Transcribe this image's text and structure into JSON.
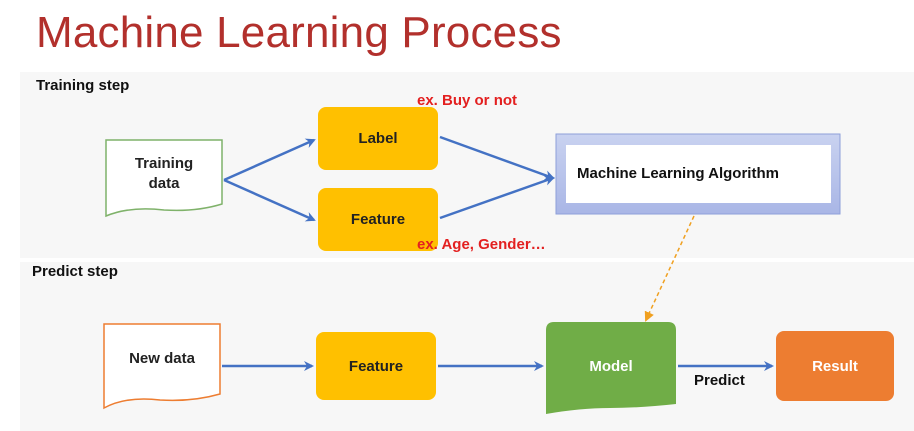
{
  "title": "Machine Learning Process",
  "training": {
    "step_label": "Training step",
    "training_data": "Training\ndata",
    "label_box": "Label",
    "feature_box": "Feature",
    "label_example": "ex. Buy or not",
    "feature_example": "ex. Age, Gender…",
    "algorithm": "Machine Learning Algorithm"
  },
  "predict": {
    "step_label": "Predict step",
    "new_data": "New data",
    "feature_box": "Feature",
    "model_box": "Model",
    "predict_label": "Predict",
    "result_box": "Result"
  },
  "colors": {
    "title": "#b2302c",
    "yellow_box": "#ffc000",
    "model_green": "#70ad47",
    "result_orange": "#ed7d31",
    "arrow_blue": "#4472c4",
    "annotation_red": "#e32020",
    "algo_border": "#8e9fd9"
  }
}
